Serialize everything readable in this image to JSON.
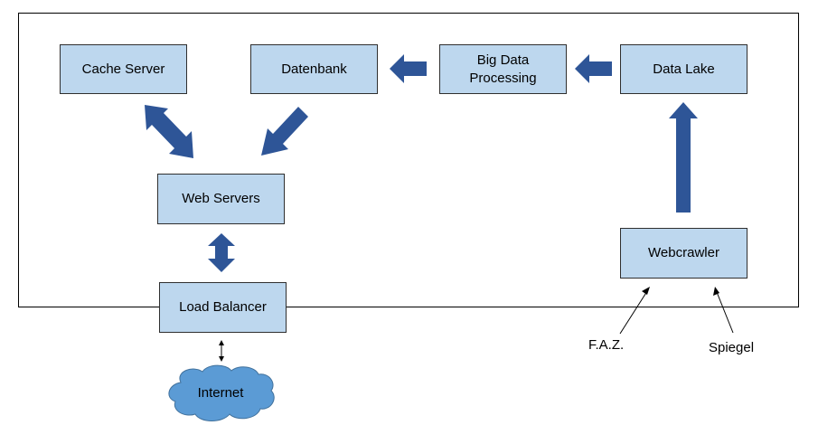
{
  "nodes": {
    "cache_server": "Cache Server",
    "datenbank": "Datenbank",
    "big_data_processing": "Big Data\nProcessing",
    "data_lake": "Data Lake",
    "web_servers": "Web Servers",
    "load_balancer": "Load Balancer",
    "webcrawler": "Webcrawler",
    "internet": "Internet"
  },
  "sources": {
    "faz": "F.A.Z.",
    "spiegel": "Spiegel"
  },
  "colors": {
    "node_fill": "#bdd7ee",
    "arrow_fill": "#2e5597",
    "cloud_fill": "#5b9bd5"
  }
}
